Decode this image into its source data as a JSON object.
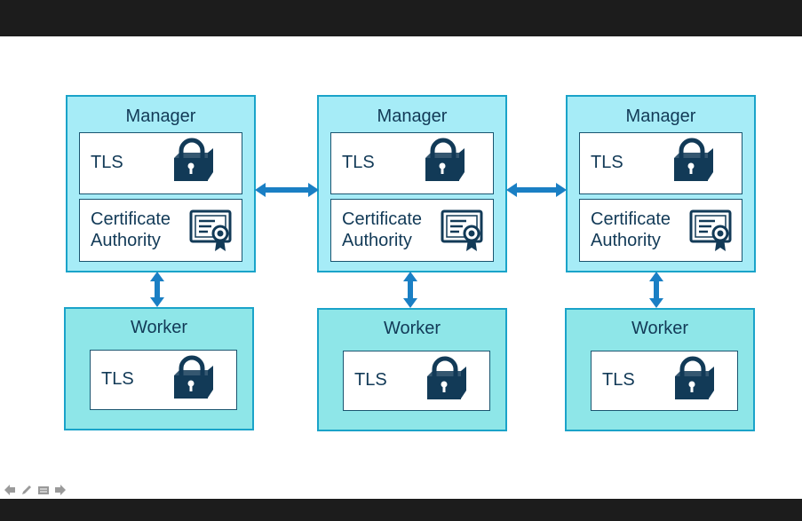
{
  "diagram": {
    "managers": [
      {
        "title": "Manager",
        "tls_label": "TLS",
        "ca_label_1": "Certificate",
        "ca_label_2": "Authority"
      },
      {
        "title": "Manager",
        "tls_label": "TLS",
        "ca_label_1": "Certificate",
        "ca_label_2": "Authority"
      },
      {
        "title": "Manager",
        "tls_label": "TLS",
        "ca_label_1": "Certificate",
        "ca_label_2": "Authority"
      }
    ],
    "workers": [
      {
        "title": "Worker",
        "tls_label": "TLS"
      },
      {
        "title": "Worker",
        "tls_label": "TLS"
      },
      {
        "title": "Worker",
        "tls_label": "TLS"
      }
    ]
  },
  "colors": {
    "manager_fill": "#a6ecf7",
    "worker_fill": "#8ee6e8",
    "node_border": "#1aa3c9",
    "arrow": "#1a7fc4",
    "icon": "#123a57",
    "text": "#123a57"
  },
  "icons": {
    "tls": "padlock-icon",
    "certificate_authority": "certificate-icon"
  },
  "player_controls": [
    "previous-arrow-icon",
    "pen-icon",
    "menu-icon",
    "next-arrow-icon"
  ]
}
